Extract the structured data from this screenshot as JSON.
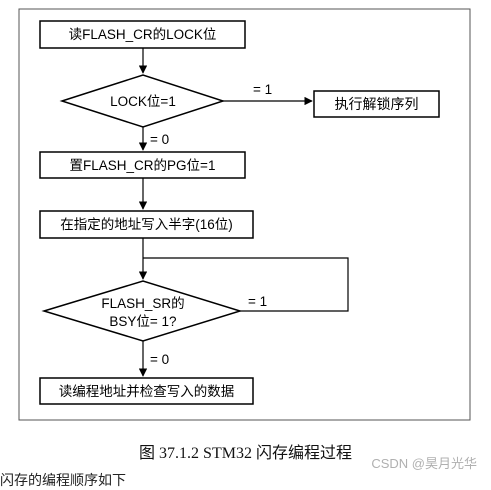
{
  "flowchart": {
    "step_read_lock": "读FLASH_CR的LOCK位",
    "decision_lock": "LOCK位=1",
    "lock_yes_label": "= 1",
    "unlock_sequence": "执行解锁序列",
    "lock_no_label": "= 0",
    "set_pg": "置FLASH_CR的PG位=1",
    "write_halfword": "在指定的地址写入半字(16位)",
    "decision_bsy_line1": "FLASH_SR的",
    "decision_bsy_line2": "BSY位= 1?",
    "bsy_yes_label": "= 1",
    "bsy_no_label": "= 0",
    "verify": "读编程地址并检查写入的数据"
  },
  "caption": "图 37.1.2 STM32 闪存编程过程",
  "watermark": "CSDN @昊月光华",
  "trailing_text": "闪存的编程顺序如下"
}
